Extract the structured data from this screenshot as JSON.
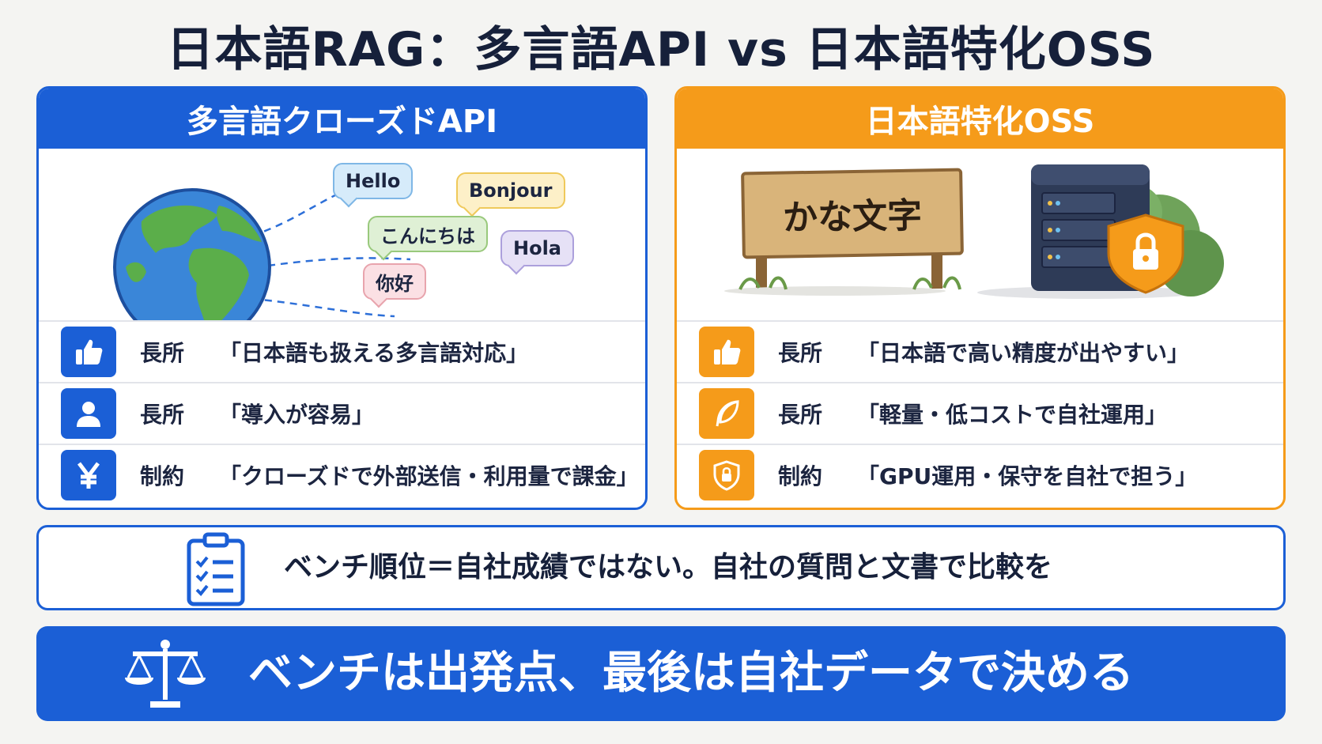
{
  "title": "日本語RAG：多言語API vs 日本語特化OSS",
  "colors": {
    "blue": "#1b5fd6",
    "orange": "#f59b1a",
    "navy": "#16203a"
  },
  "left_panel": {
    "heading": "多言語クローズドAPI",
    "bubbles": [
      "Hello",
      "Bonjour",
      "こんにちは",
      "Hola",
      "你好"
    ],
    "rows": [
      {
        "icon": "thumbs-up-icon",
        "kind": "長所",
        "text": "「日本語も扱える多言語対応」"
      },
      {
        "icon": "person-icon",
        "kind": "長所",
        "text": "「導入が容易」"
      },
      {
        "icon": "yen-icon",
        "kind": "制約",
        "text": "「クローズドで外部送信・利用量で課金」"
      }
    ]
  },
  "right_panel": {
    "heading": "日本語特化OSS",
    "sign_text": "かな文字",
    "rows": [
      {
        "icon": "thumbs-up-icon",
        "kind": "長所",
        "text": "「日本語で高い精度が出やすい」"
      },
      {
        "icon": "feather-icon",
        "kind": "長所",
        "text": "「軽量・低コストで自社運用」"
      },
      {
        "icon": "shield-lock-icon",
        "kind": "制約",
        "text": "「GPU運用・保守を自社で担う」"
      }
    ]
  },
  "note": {
    "icon": "checklist-icon",
    "text": "ベンチ順位＝自社成績ではない。自社の質問と文書で比較を"
  },
  "bottom": {
    "icon": "scale-icon",
    "text": "ベンチは出発点、最後は自社データで決める"
  }
}
